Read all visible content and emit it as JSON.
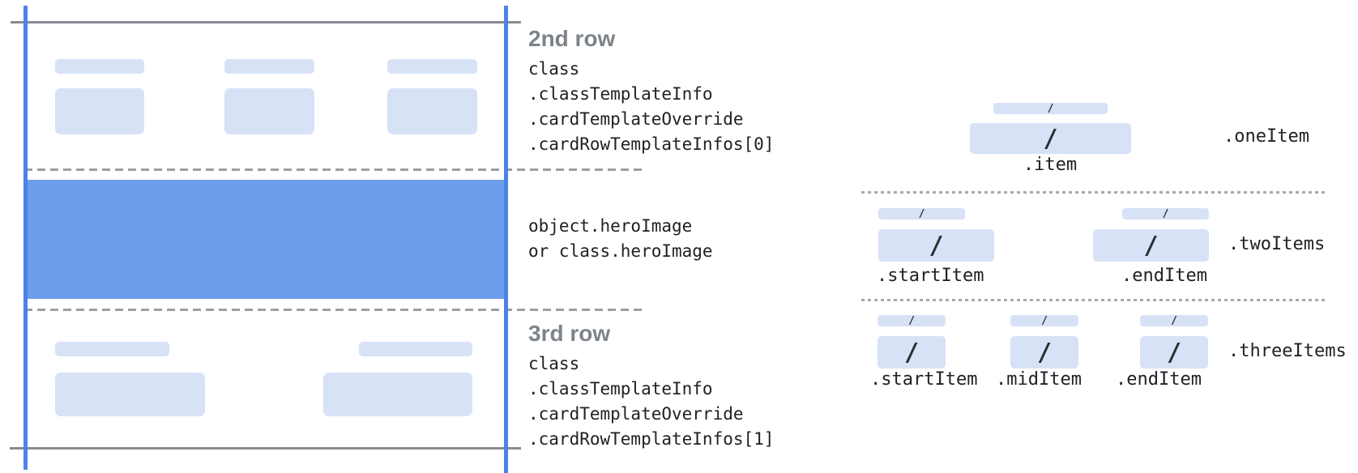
{
  "colors": {
    "accent_blue_line": "#4d82e8",
    "hero_blue": "#6d9eeb",
    "placeholder_blue": "#d7e2f7",
    "solid_line_gray": "#868b90",
    "dashed_line_gray": "#9aa0a6",
    "title_gray": "#7d838a",
    "code_text": "#202124"
  },
  "card": {
    "row2": {
      "title": "2nd row",
      "code_lines": [
        "class",
        ".classTemplateInfo",
        ".cardTemplateOverride",
        ".cardRowTemplateInfos[0]"
      ]
    },
    "hero": {
      "code_lines": [
        "object.heroImage",
        "or class.heroImage"
      ]
    },
    "row3": {
      "title": "3rd row",
      "code_lines": [
        "class",
        ".classTemplateInfo",
        ".cardTemplateOverride",
        ".cardRowTemplateInfos[1]"
      ]
    }
  },
  "rows": {
    "slash": "/",
    "one_item": {
      "row_label": ".oneItem",
      "captions": [
        ".item"
      ]
    },
    "two_items": {
      "row_label": ".twoItems",
      "captions": [
        ".startItem",
        ".endItem"
      ]
    },
    "three_items": {
      "row_label": ".threeItems",
      "captions": [
        ".startItem",
        ".midItem",
        ".endItem"
      ]
    }
  }
}
